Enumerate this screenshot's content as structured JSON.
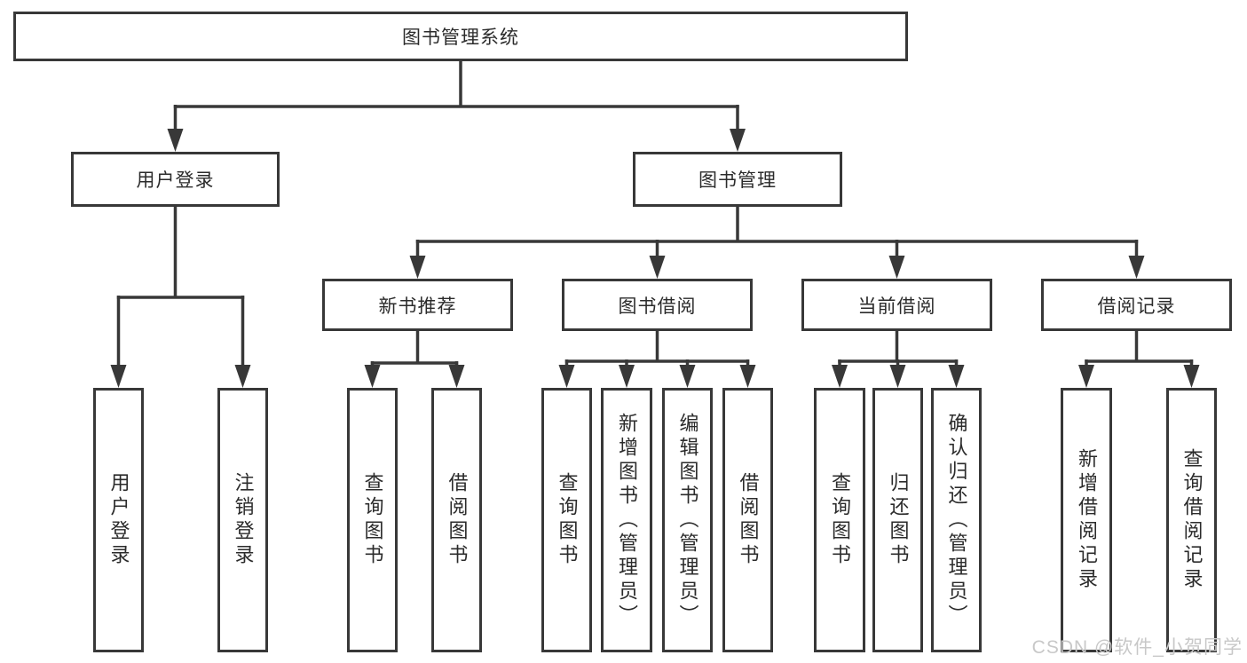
{
  "diagram": {
    "root": "图书管理系统",
    "user_login": {
      "label": "用户登录",
      "children": [
        "用户登录",
        "注销登录"
      ]
    },
    "book_mgmt": {
      "label": "图书管理",
      "sections": [
        {
          "label": "新书推荐",
          "children": [
            "查询图书",
            "借阅图书"
          ]
        },
        {
          "label": "图书借阅",
          "children": [
            "查询图书",
            "新增图书（管理员）",
            "编辑图书（管理员）",
            "借阅图书"
          ]
        },
        {
          "label": "当前借阅",
          "children": [
            "查询图书",
            "归还图书",
            "确认归还（管理员）"
          ]
        },
        {
          "label": "借阅记录",
          "children": [
            "新增借阅记录",
            "查询借阅记录"
          ]
        }
      ]
    }
  },
  "watermark": "CSDN @软件_小贺同学",
  "colors": {
    "line": "#383838",
    "text": "#2b2b2b",
    "watermark_text": "#c8c8c8",
    "background": "#ffffff"
  }
}
